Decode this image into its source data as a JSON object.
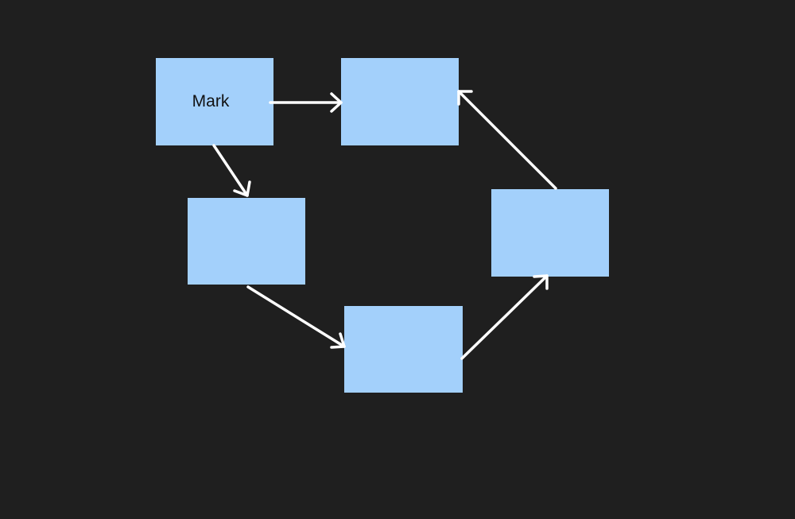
{
  "diagram": {
    "background": "#1f1f1f",
    "node_color": "#a3d0fb",
    "arrow_color": "#ffffff",
    "nodes": [
      {
        "id": "n1",
        "label": "Mark"
      },
      {
        "id": "n2",
        "label": ""
      },
      {
        "id": "n3",
        "label": ""
      },
      {
        "id": "n4",
        "label": ""
      },
      {
        "id": "n5",
        "label": ""
      }
    ],
    "edges": [
      {
        "from": "n1",
        "to": "n2"
      },
      {
        "from": "n1",
        "to": "n3"
      },
      {
        "from": "n3",
        "to": "n4"
      },
      {
        "from": "n4",
        "to": "n5"
      },
      {
        "from": "n5",
        "to": "n2"
      }
    ]
  }
}
